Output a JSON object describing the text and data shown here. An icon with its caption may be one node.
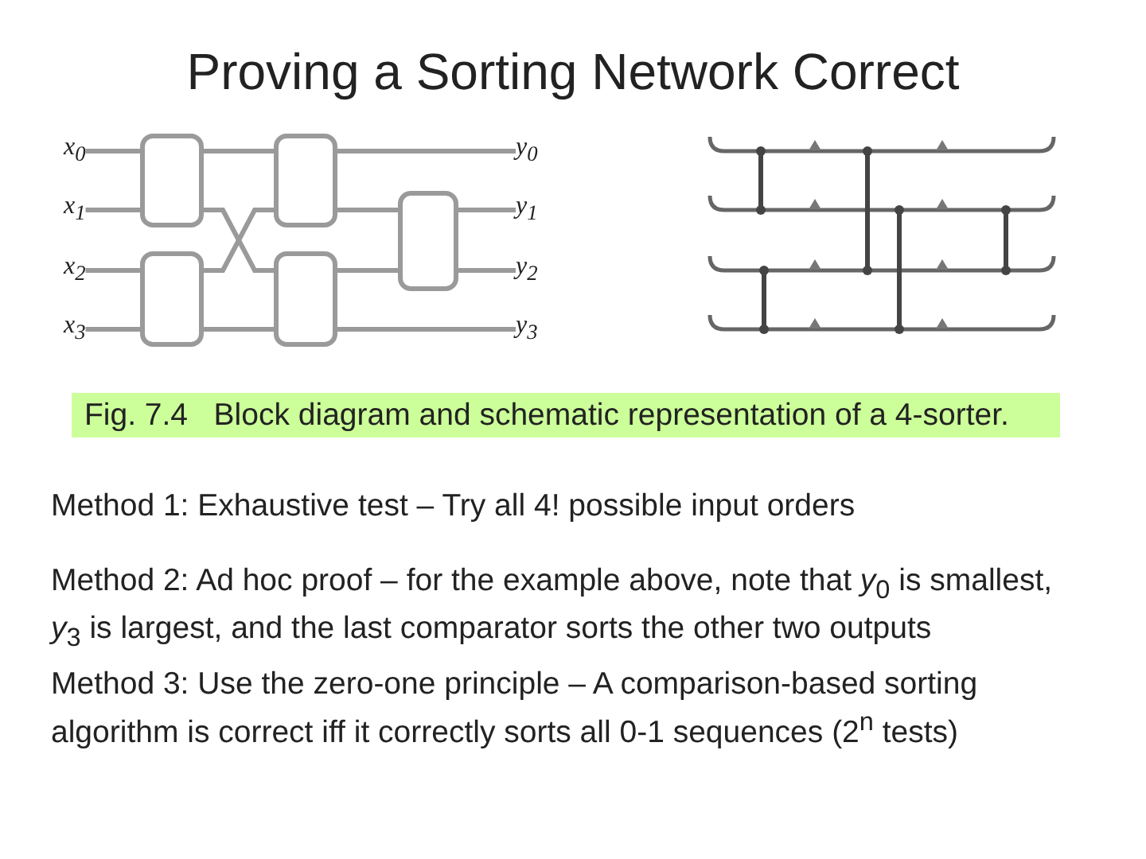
{
  "diagram": {
    "title": "Proving a Sorting Network Correct",
    "caption": "Fig. 7.4   Block diagram and schematic representation of a 4-sorter.",
    "nodes": [
      {
        "text": [
          "x$_{0}$"
        ]
      },
      {
        "text": [
          "x$_{1}$"
        ]
      },
      {
        "text": [
          "x$_{2}$"
        ]
      },
      {
        "text": [
          "x$_{3}$"
        ]
      },
      {
        "text": [],
        "shape": "box"
      },
      {
        "text": [],
        "shape": "box"
      },
      {
        "text": [],
        "shape": "box"
      },
      {
        "text": [],
        "shape": "box"
      },
      {
        "text": [],
        "shape": "box"
      },
      {
        "text": [
          "y$_{0}$"
        ]
      },
      {
        "text": [
          "y$_{1}$"
        ]
      },
      {
        "text": [
          "y$_{2}$"
        ]
      },
      {
        "text": [
          "y$_{3}$"
        ]
      }
    ],
    "edges": [
      {
        "from": 0,
        "to": 4,
        "arrow": "none"
      },
      {
        "from": 1,
        "to": 4,
        "arrow": "none"
      },
      {
        "from": 2,
        "to": 5,
        "arrow": "none"
      },
      {
        "from": 3,
        "to": 5,
        "arrow": "none"
      },
      {
        "from": 4,
        "to": 6,
        "arrow": "none"
      },
      {
        "from": 4,
        "to": 7,
        "arrow": "none"
      },
      {
        "from": 5,
        "to": 6,
        "arrow": "none"
      },
      {
        "from": 5,
        "to": 7,
        "arrow": "none"
      },
      {
        "from": 6,
        "to": 9,
        "arrow": "none"
      },
      {
        "from": 6,
        "to": 8,
        "arrow": "none"
      },
      {
        "from": 7,
        "to": 8,
        "arrow": "none"
      },
      {
        "from": 7,
        "to": 12,
        "arrow": "none"
      },
      {
        "from": 8,
        "to": 10,
        "arrow": "none"
      },
      {
        "from": 8,
        "to": 11,
        "arrow": "none"
      }
    ],
    "labels": [
      "Method 1: Exhaustive test – Try all 4! possible input orders",
      "Method 2: Ad hoc proof – for the example above, note that *y*$_{0}$ is smallest, *y*$_{3}$ is largest, and the last comparator sorts the other two outputs",
      "Method 3: Use the zero-one principle – A comparison-based sorting algorithm is correct iff it correctly sorts all 0-1 sequences (2$^{n}$ tests)"
    ]
  }
}
